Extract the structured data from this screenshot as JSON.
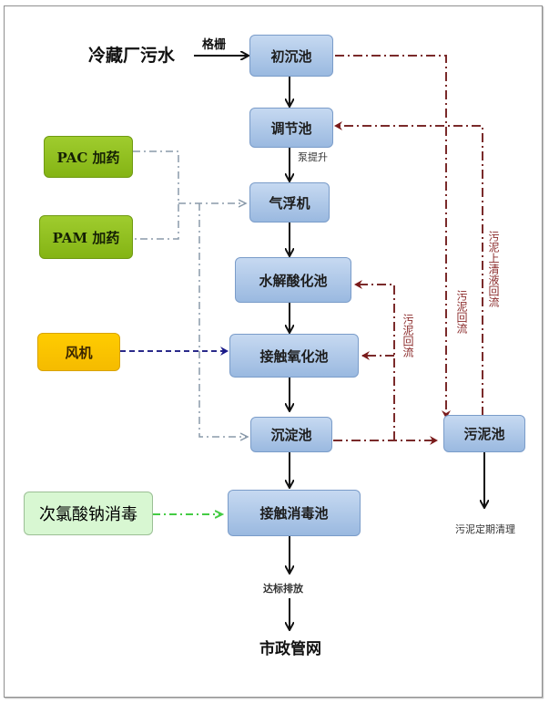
{
  "diagram": {
    "type": "process-flowchart",
    "source_label": "冷藏厂污水",
    "screen_label": "格栅",
    "main_units": [
      {
        "id": "primary",
        "label": "初沉池"
      },
      {
        "id": "regulating",
        "label": "调节池"
      },
      {
        "id": "flotation",
        "label": "气浮机"
      },
      {
        "id": "hydrolysis",
        "label": "水解酸化池"
      },
      {
        "id": "contact_oxidation",
        "label": "接触氧化池"
      },
      {
        "id": "sedimentation",
        "label": "沉淀池"
      },
      {
        "id": "disinfection",
        "label": "接触消毒池"
      }
    ],
    "side_units": {
      "pac": "PAC 加药",
      "pam": "PAM 加药",
      "blower": "风机",
      "sludge_tank": "污泥池",
      "hypochlorite": "次氯酸钠消毒"
    },
    "annotations": {
      "pump_lift": "泵提升",
      "discharge": "达标排放",
      "outlet": "市政管网",
      "sludge_cleanup": "污泥定期清理",
      "sludge_return_1": "污泥回流",
      "sludge_return_2": "污泥回流",
      "supernatant_return": "污泥上清液回流"
    },
    "colors": {
      "main_box": "#b3cce9",
      "chemical_box": "#8fc020",
      "blower_box": "#fcc600",
      "disinfect_box": "#d8f7d2",
      "sludge_line": "#7a2a2a",
      "chemical_line": "#8a9aaa",
      "air_line": "#2a2a8a",
      "disinfect_line": "#44cc44",
      "flow_line": "#111111"
    }
  }
}
